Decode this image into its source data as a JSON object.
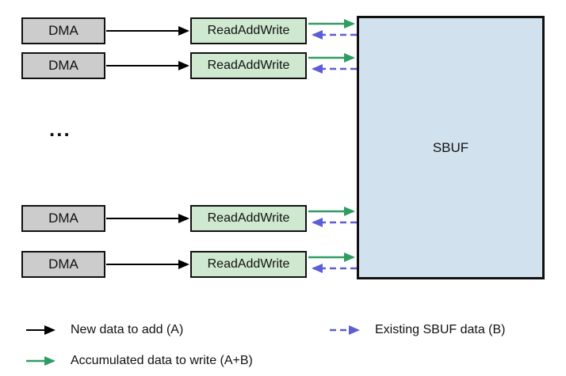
{
  "diagram": {
    "labels": {
      "dma": "DMA",
      "read_add_write": "ReadAddWrite",
      "sbuf": "SBUF",
      "ellipsis": "..."
    },
    "colors": {
      "dma_fill": "#cccccc",
      "read_add_write_fill": "#cfe9d0",
      "sbuf_fill": "#d2e1ee",
      "box_border": "#111111",
      "black_arrow": "#000000",
      "green_arrow": "#2f9d62",
      "blue_arrow": "#5d5dd5"
    }
  },
  "legend": {
    "items": [
      {
        "label": "New data to add (A)",
        "arrow": "black-solid"
      },
      {
        "label": "Accumulated data to write (A+B)",
        "arrow": "green-solid"
      },
      {
        "label": "Existing SBUF data (B)",
        "arrow": "blue-dashed"
      }
    ]
  }
}
